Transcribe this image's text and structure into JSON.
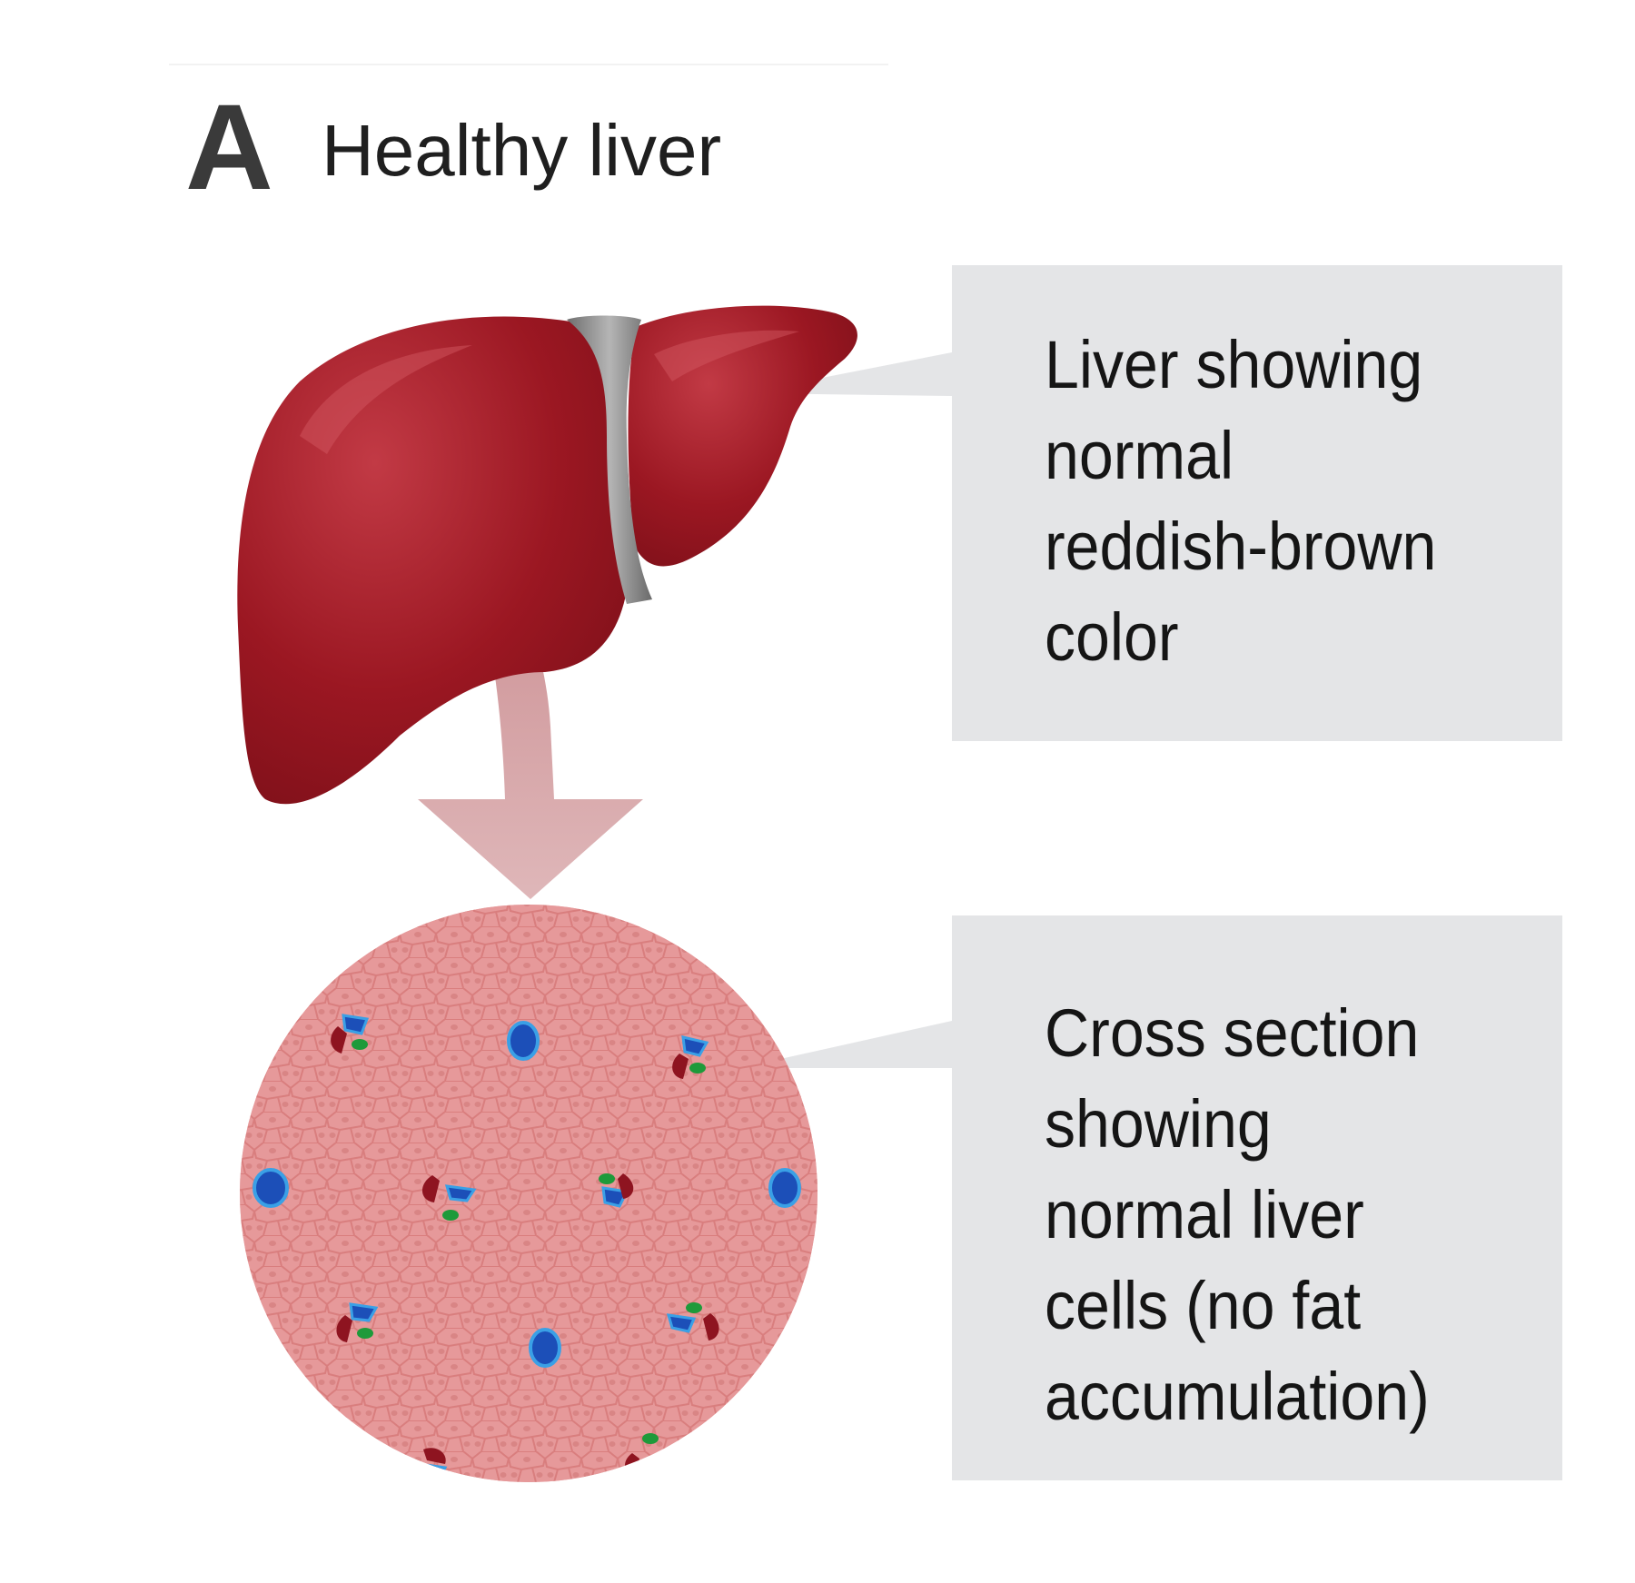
{
  "panel": {
    "letter": "A",
    "title": "Healthy liver"
  },
  "callouts": {
    "liver": {
      "lines": [
        "Liver showing",
        "normal",
        "reddish-brown",
        "color"
      ]
    },
    "cross_section": {
      "lines": [
        "Cross section",
        "showing",
        "normal liver",
        "cells (no fat",
        "accumulation)"
      ]
    }
  },
  "colors": {
    "liver": "#9b1722",
    "ligament": "#9a9a9a",
    "tissue": "#e6999a",
    "callout_box": "#e4e5e7",
    "arrow": "#ddb2b4",
    "vessel_blue": "#1c4fb8",
    "vessel_red": "#8e1420",
    "duct_green": "#1e9a3a"
  }
}
